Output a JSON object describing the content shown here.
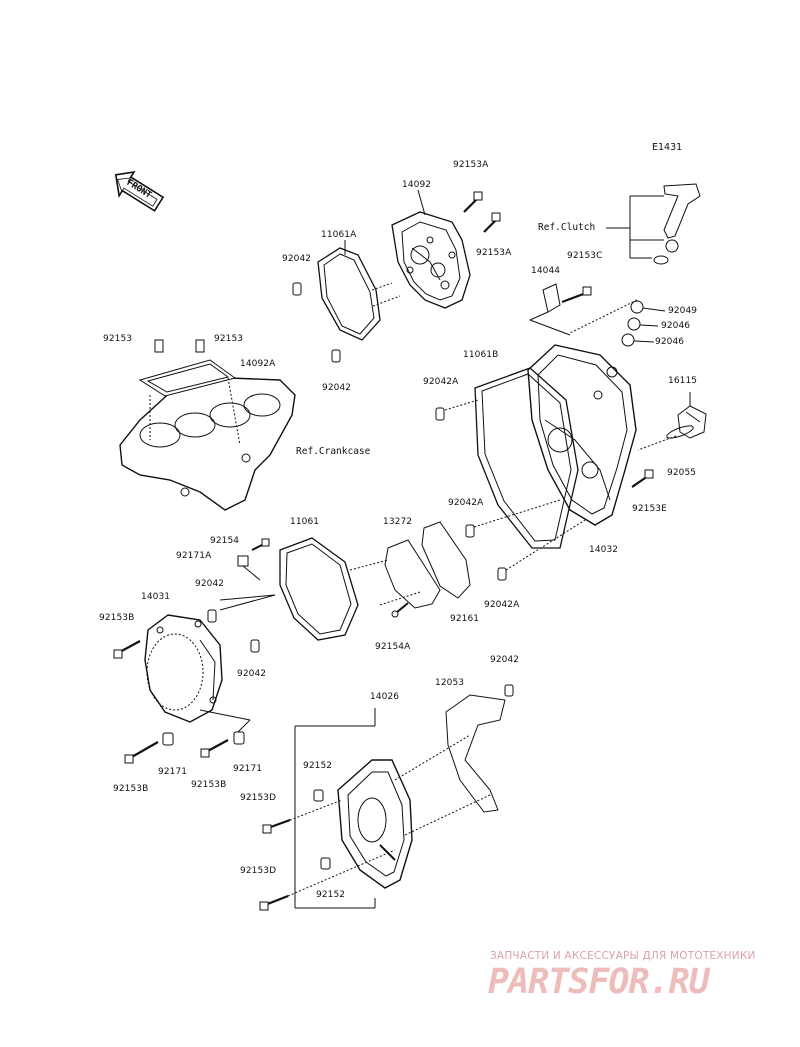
{
  "diagram_code": "E1431",
  "front_label": "FRONT",
  "references": {
    "clutch": "Ref.Clutch",
    "crankcase": "Ref.Crankcase"
  },
  "parts": {
    "p92153A_top": "92153A",
    "p14092": "14092",
    "p92153A_mid": "92153A",
    "p11061A": "11061A",
    "p92042_a": "92042",
    "p92042_b": "92042",
    "p92153_left": "92153",
    "p92153_right": "92153",
    "p14092A": "14092A",
    "p14044": "14044",
    "p92153C": "92153C",
    "p92049": "92049",
    "p92046_a": "92046",
    "p92046_b": "92046",
    "p11061B": "11061B",
    "p92042A_a": "92042A",
    "p16115": "16115",
    "p92055": "92055",
    "p92153E": "92153E",
    "p92042A_b": "92042A",
    "p14032": "14032",
    "p92042A_c": "92042A",
    "p11061": "11061",
    "p13272": "13272",
    "p92154": "92154",
    "p92171A": "92171A",
    "p92042_c": "92042",
    "p14031": "14031",
    "p92153B_a": "92153B",
    "p92042_d": "92042",
    "p92161": "92161",
    "p92154A": "92154A",
    "p92042_e": "92042",
    "p14026": "14026",
    "p12053": "12053",
    "p92171_a": "92171",
    "p92171_b": "92171",
    "p92153B_b": "92153B",
    "p92153B_c": "92153B",
    "p92152_a": "92152",
    "p92153D_a": "92153D",
    "p92153D_b": "92153D",
    "p92152_b": "92152"
  },
  "watermark": {
    "tagline": "ЗАПЧАСТИ И АКСЕССУАРЫ ДЛЯ МОТОТЕХНИКИ",
    "logo": "PARTSFOR.RU"
  }
}
